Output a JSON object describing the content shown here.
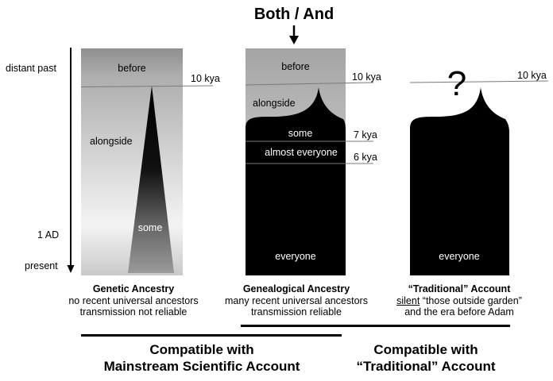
{
  "header": {
    "title": "Both / And"
  },
  "timeline": {
    "top_label": "distant past",
    "mid_label": "1 AD",
    "bottom_label": "present"
  },
  "panel_genetic": {
    "before": "before",
    "time_10kya": "10 kya",
    "alongside": "alongside",
    "some": "some",
    "caption_title": "Genetic Ancestry",
    "caption_line1": "no recent universal ancestors",
    "caption_line2": "transmission not reliable"
  },
  "panel_genealogical": {
    "before": "before",
    "time_10kya": "10 kya",
    "alongside": "alongside",
    "some": "some",
    "time_7kya": "7 kya",
    "almost_everyone": "almost everyone",
    "time_6kya": "6 kya",
    "everyone": "everyone",
    "caption_title": "Genealogical Ancestry",
    "caption_line1": "many recent universal ancestors",
    "caption_line2": "transmission reliable"
  },
  "panel_traditional": {
    "question": "?",
    "time_10kya": "10 kya",
    "everyone": "everyone",
    "caption_title": "“Traditional” Account",
    "caption_silent": "silent",
    "caption_line1_rest": " “those outside garden”",
    "caption_line2": "and the era before Adam"
  },
  "compat": {
    "scientific_line1": "Compatible with",
    "scientific_line2": "Mainstream Scientific Account",
    "traditional_line1": "Compatible with",
    "traditional_line2": "“Traditional” Account"
  }
}
